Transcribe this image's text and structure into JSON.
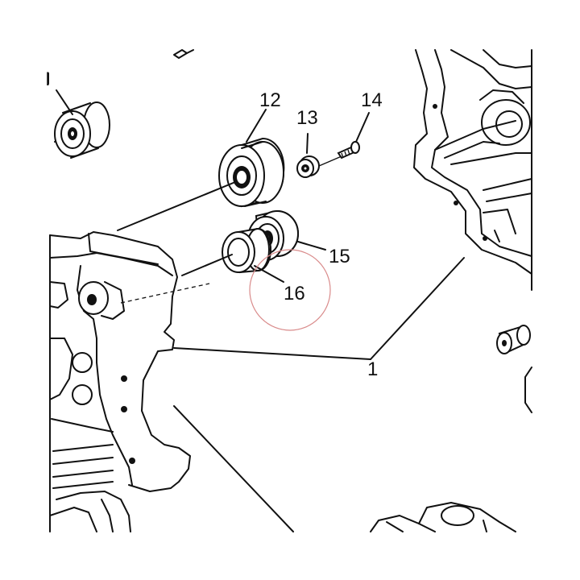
{
  "labels": {
    "part_1": "1",
    "part_12": "12",
    "part_13": "13",
    "part_14": "14",
    "part_15": "15",
    "part_16": "16"
  },
  "highlight": {
    "target": "16",
    "color": "#d98b8b"
  }
}
